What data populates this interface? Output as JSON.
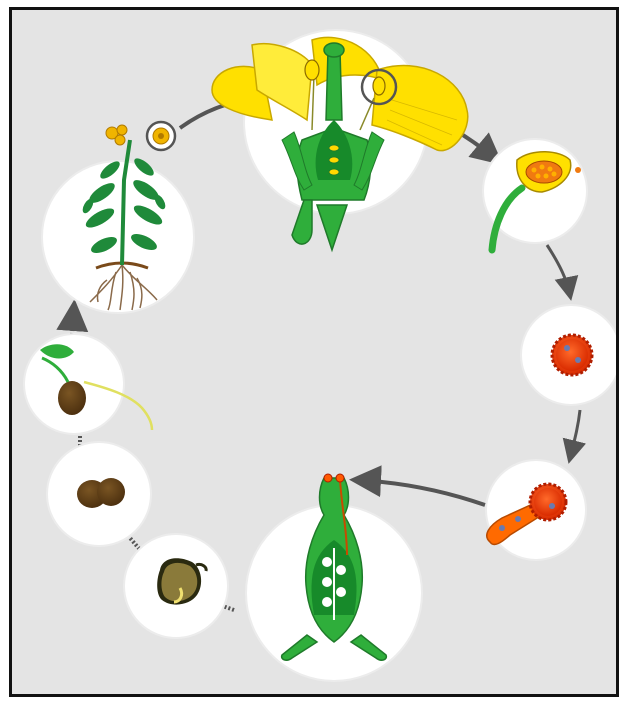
{
  "diagram": {
    "stages": [
      {
        "id": "flowering-plant",
        "icon": "flowering-plant-icon"
      },
      {
        "id": "flower",
        "icon": "flower-cross-section-icon"
      },
      {
        "id": "anther",
        "icon": "anther-icon"
      },
      {
        "id": "pollen-grain",
        "icon": "pollen-grain-icon"
      },
      {
        "id": "germinating-pollen",
        "icon": "pollen-tube-icon"
      },
      {
        "id": "pistil-fertilization",
        "icon": "pistil-icon"
      },
      {
        "id": "seed",
        "icon": "seed-icon"
      },
      {
        "id": "seed-halves",
        "icon": "split-seed-icon"
      },
      {
        "id": "seedling",
        "icon": "seedling-icon"
      }
    ],
    "colors": {
      "background": "#e4e4e4",
      "circle": "#ffffff",
      "petal": "#ffe000",
      "stem": "#2fae3b",
      "pollen": "#ee3a00",
      "pollen_tube": "#ff6a00",
      "seed": "#5a3a16",
      "arrow": "#555555"
    }
  }
}
